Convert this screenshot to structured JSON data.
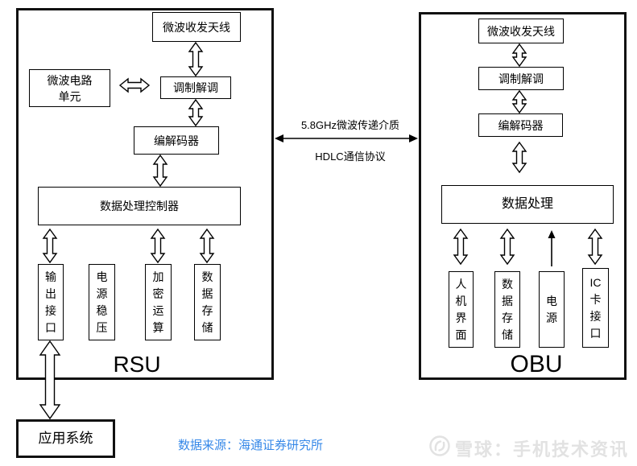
{
  "rsu": {
    "title": "RSU",
    "antenna": "微波收发天线",
    "microwave_circuit": "微波电路\n单元",
    "modem": "调制解调",
    "codec": "编解码器",
    "controller": "数据处理控制器",
    "output_interface": "输\n出\n接\n口",
    "power_regulation": "电\n源\n稳\n压",
    "encryption": "加\n密\n运\n算",
    "data_storage": "数\n据\n存\n储"
  },
  "obu": {
    "title": "OBU",
    "antenna": "微波收发天线",
    "modem": "调制解调",
    "codec": "编解码器",
    "data_processing": "数据处理",
    "hmi": "人\n机\n界\n面",
    "data_storage": "数\n据\n存\n储",
    "power": "电\n源",
    "ic_card_interface": "IC\n卡\n接\n口"
  },
  "link": {
    "line1": "5.8GHz微波传递介质",
    "line2": "HDLC通信协议"
  },
  "external": {
    "application_system": "应用系统"
  },
  "footer": {
    "source_note": "数据来源：海通证券研究所",
    "source_color": "#3688E8",
    "watermark_text": "雪球：手机技术资讯",
    "watermark_color": "#E2E2E2",
    "watermark_icon": "xueqiu-snowball-icon"
  }
}
